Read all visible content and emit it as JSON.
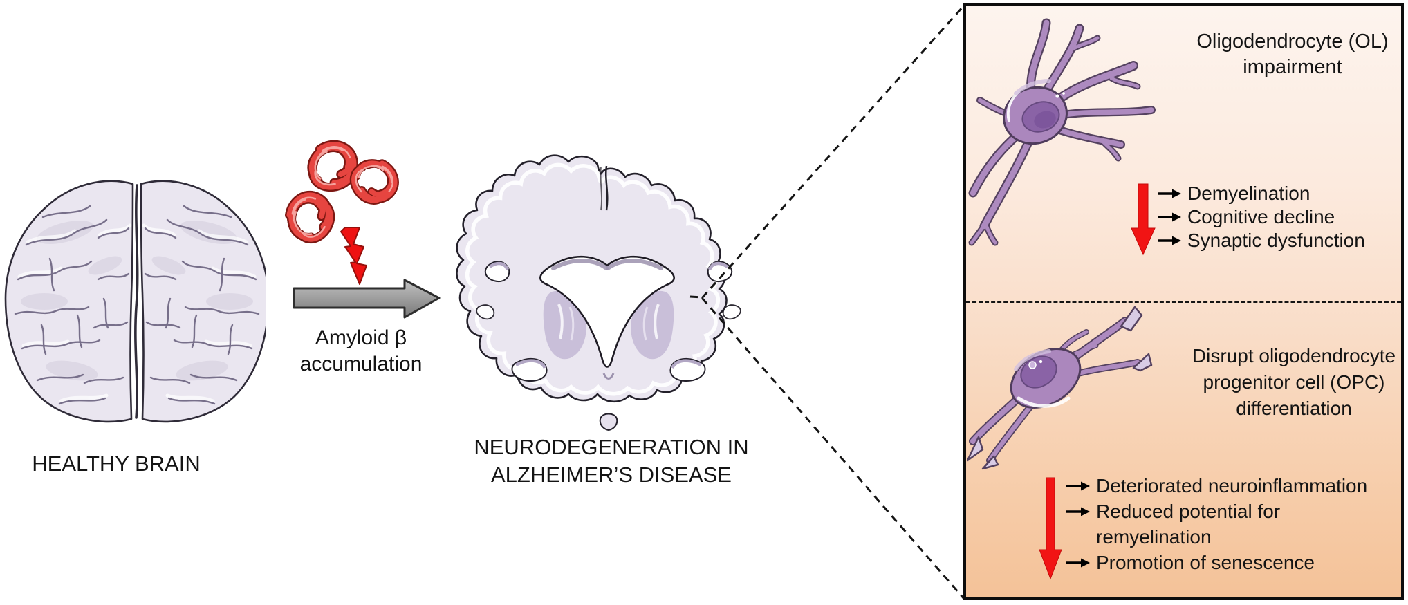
{
  "healthy": {
    "label": "HEALTHY BRAIN"
  },
  "amyloid": {
    "line1": "Amyloid β",
    "line2": "accumulation"
  },
  "neuro": {
    "line1": "NEURODEGENERATION IN",
    "line2": "ALZHEIMER’S DISEASE"
  },
  "panel": {
    "ol": {
      "title_line1": "Oligodendrocyte (OL)",
      "title_line2": "impairment",
      "items": [
        "Demyelination",
        "Cognitive decline",
        "Synaptic dysfunction"
      ]
    },
    "opc": {
      "title_line1": "Disrupt oligodendrocyte",
      "title_line2": "progenitor cell (OPC)",
      "title_line3": "differentiation",
      "items": [
        {
          "line1": "Deteriorated neuroinflammation",
          "line2": ""
        },
        {
          "line1": "Reduced potential for",
          "line2": "remyelination"
        },
        {
          "line1": "Promotion of senescence",
          "line2": ""
        }
      ]
    }
  },
  "icons": {
    "list_bullet": "right-arrow-icon",
    "impact": "lightning-bolt-icon",
    "progression": "gray-right-arrow-icon",
    "decrease": "red-down-arrow-icon"
  },
  "colors": {
    "accent_red": "#ee1212",
    "cell_purple": "#ab87bd",
    "cell_outline": "#54415f",
    "panel_gradient_top": "#fdf4ee",
    "panel_gradient_bottom": "#f4c298",
    "brain_fill": "#eae6f0",
    "text": "#141414"
  }
}
